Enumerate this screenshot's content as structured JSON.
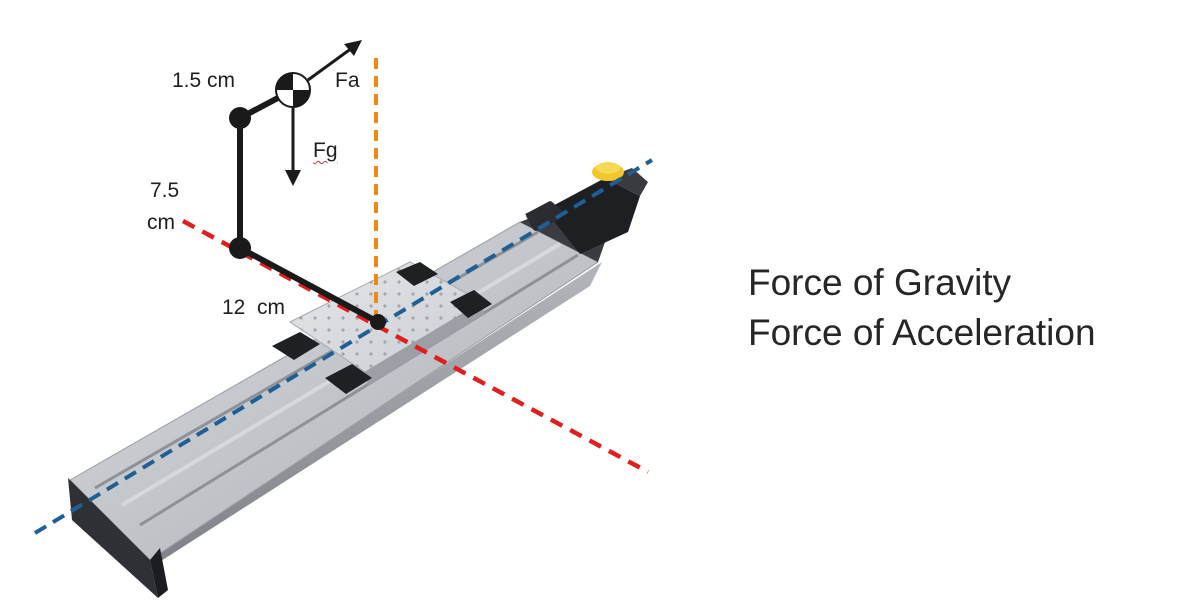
{
  "labels": {
    "offset_top": "1.5 cm",
    "force_accel": "Fa",
    "force_grav": "Fg",
    "height_line1": "7.5",
    "height_line2": "cm",
    "offset_side": "12  cm"
  },
  "legend": {
    "line1": "Force of Gravity",
    "line2": "Force of Acceleration"
  },
  "colors": {
    "travel_axis": "#1f5f95",
    "lateral_axis": "#e11d1d",
    "vertical_axis": "#ee8a12",
    "arm": "#1a1a1a",
    "actuator_body": "#b9bcc2",
    "carriage": "#d4d7dc",
    "motor_cap": "#f2c72b"
  }
}
